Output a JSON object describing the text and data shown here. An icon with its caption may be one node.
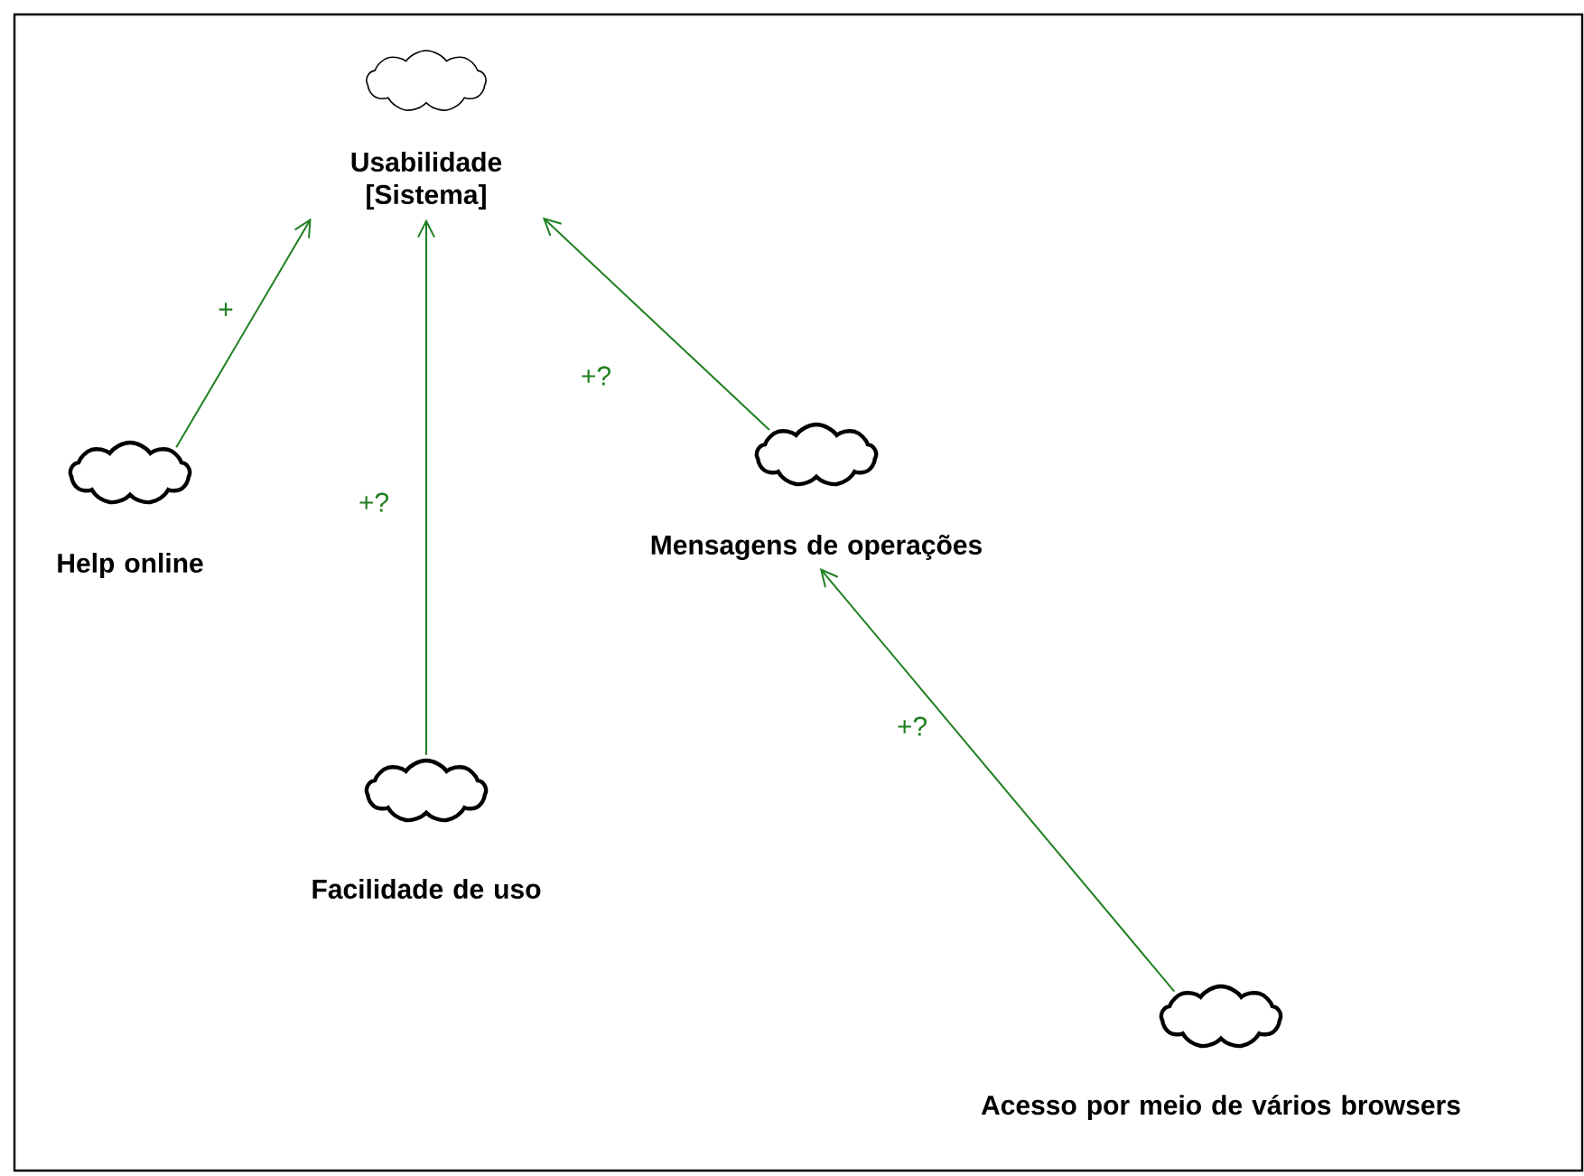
{
  "diagram": {
    "nodes": [
      {
        "text": [
          "Usabilidade [Sistema]"
        ]
      },
      {
        "text": [
          "Help online"
        ]
      },
      {
        "text": [
          "Facilidade de uso"
        ]
      },
      {
        "text": [
          "Mensagens de operações"
        ]
      },
      {
        "text": [
          "Acesso por meio de vários browsers"
        ]
      }
    ],
    "edges": [
      {
        "from": 1,
        "to": 0,
        "arrow": "to",
        "label": "+"
      },
      {
        "from": 2,
        "to": 0,
        "arrow": "to",
        "label": "+?"
      },
      {
        "from": 3,
        "to": 0,
        "arrow": "to",
        "label": "+?"
      },
      {
        "from": 4,
        "to": 3,
        "arrow": "to",
        "label": "+?"
      }
    ]
  }
}
